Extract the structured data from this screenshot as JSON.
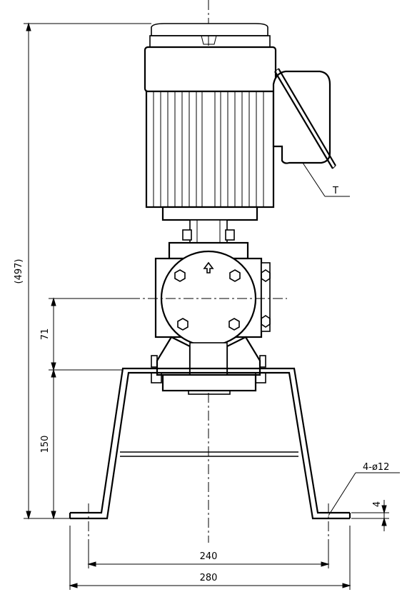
{
  "dimensions": {
    "overall_height": "(497)",
    "upper_height": "71",
    "lower_height": "150",
    "hole_spacing": "240",
    "base_width": "280",
    "holes": "4-ø12",
    "plate_thickness": "4",
    "terminal_box": "T"
  }
}
